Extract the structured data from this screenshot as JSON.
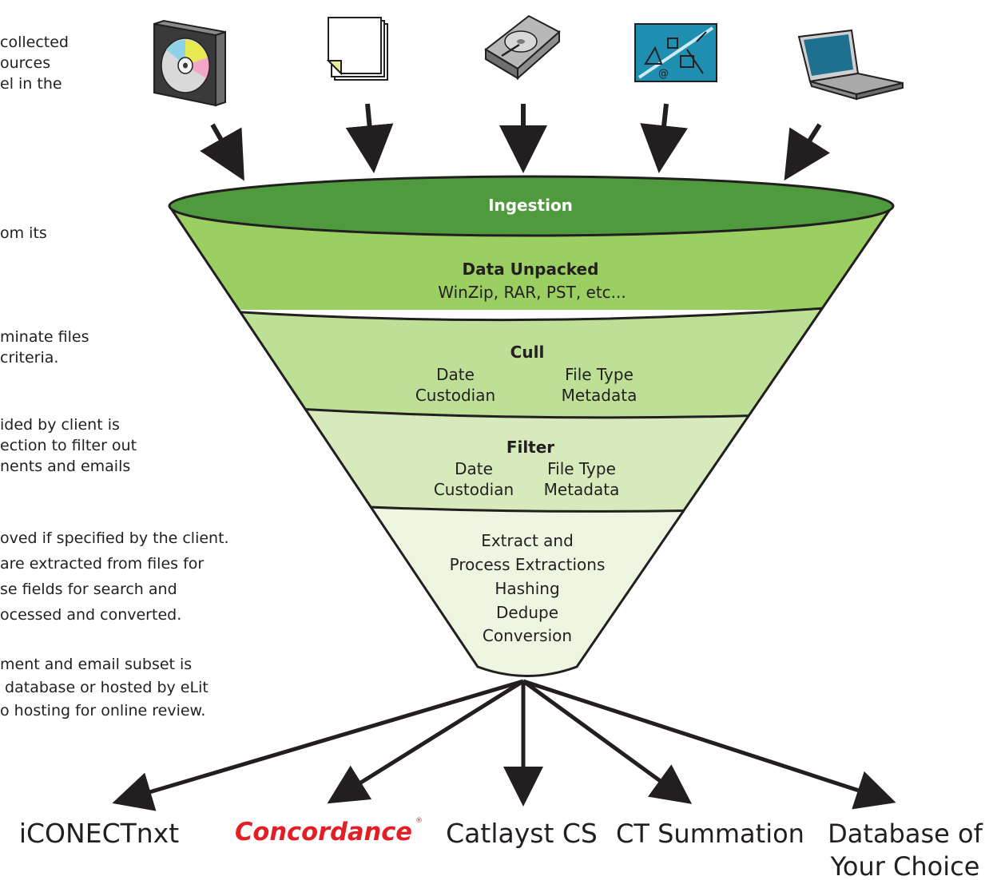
{
  "side_text": [
    [
      "collected",
      "ources",
      "el in the"
    ],
    [
      "om its"
    ],
    [
      "minate files",
      "criteria."
    ],
    [
      "ided by client is",
      "ection to filter out",
      "nents and emails"
    ],
    [
      "oved if specified by the client.",
      "are extracted from files for",
      "se fields for search and",
      "ocessed and converted."
    ],
    [
      "ment and email subset is",
      " database or hosted by eLit",
      "o hosting for online review."
    ]
  ],
  "sources": [
    {
      "icon": "cd-case-icon"
    },
    {
      "icon": "paper-documents-icon"
    },
    {
      "icon": "hard-drive-icon"
    },
    {
      "icon": "email-network-icon"
    },
    {
      "icon": "laptop-icon"
    }
  ],
  "funnel": {
    "ingestion": "Ingestion",
    "unpacked_title": "Data Unpacked",
    "unpacked_sub": "WinZip, RAR, PST, etc...",
    "cull": {
      "title": "Cull",
      "left": [
        "Date",
        "Custodian"
      ],
      "right": [
        "File Type",
        "Metadata"
      ]
    },
    "filter": {
      "title": "Filter",
      "left": [
        "Date",
        "Custodian"
      ],
      "right": [
        "File Type",
        "Metadata"
      ]
    },
    "process": [
      "Extract and",
      "Process Extractions",
      "Hashing",
      "Dedupe",
      "Conversion"
    ]
  },
  "outputs": {
    "iconect": "iCONECTnxt",
    "concordance": "Concordance",
    "catlayst": "Catlayst CS",
    "summation": "CT Summation",
    "db_line1": "Database of",
    "db_line2": "Your Choice"
  },
  "colors": {
    "ingestion_top": "#4e9a3c",
    "band_1": "#9ccf62",
    "band_2": "#bedf96",
    "band_3": "#d6eabb",
    "band_4": "#eef6e2",
    "outline": "#231f20",
    "concordance_red": "#e41e26"
  }
}
